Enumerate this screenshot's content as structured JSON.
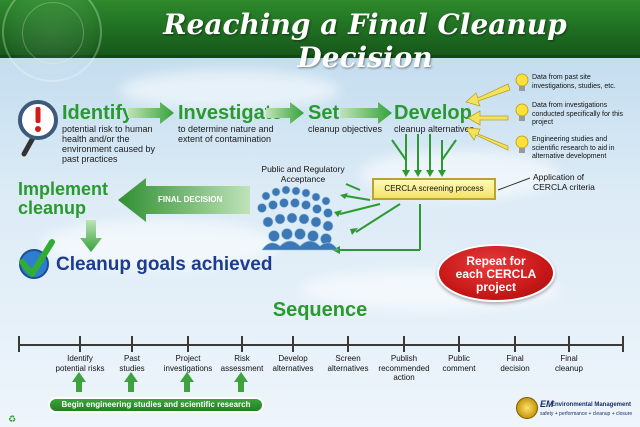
{
  "title": "Reaching a Final Cleanup Decision",
  "steps": {
    "identify": {
      "label": "Identify",
      "desc": [
        "potential risk to human",
        "health and/or the",
        "environment caused by",
        "past practices"
      ]
    },
    "investigate": {
      "label": "Investigate",
      "desc": [
        "to determine nature and",
        "extent of contamination"
      ]
    },
    "set": {
      "label": "Set",
      "desc": [
        "cleanup objectives"
      ]
    },
    "develop": {
      "label": "Develop",
      "desc": [
        "cleanup alternatives"
      ]
    }
  },
  "inputs": [
    [
      "Data from past site",
      "investigations, studies, etc."
    ],
    [
      "Data from investigations",
      "conducted specifically for this",
      "project"
    ],
    [
      "Engineering studies and",
      "scientific research to aid in",
      "alternative development"
    ]
  ],
  "cercla_box": "CERCLA screening process",
  "cercla_application": [
    "Application of",
    "CERCLA criteria"
  ],
  "public_acceptance": [
    "Public and Regulatory",
    "Acceptance"
  ],
  "final_decision": "FINAL DECISION",
  "implement": [
    "Implement",
    "cleanup"
  ],
  "goals": "Cleanup goals achieved",
  "repeat": [
    "Repeat for",
    "each CERCLA",
    "project"
  ],
  "sequence_title": "Sequence",
  "timeline": [
    [
      "Identify",
      "potential risks"
    ],
    [
      "Past",
      "studies"
    ],
    [
      "Project",
      "investigations"
    ],
    [
      "Risk",
      "assessment"
    ],
    [
      "Develop",
      "alternatives"
    ],
    [
      "Screen",
      "alternatives"
    ],
    [
      "Publish",
      "recommended",
      "action"
    ],
    [
      "Public",
      "comment"
    ],
    [
      "Final",
      "decision"
    ],
    [
      "Final",
      "cleanup"
    ]
  ],
  "begin_bar": "Begin engineering studies and scientific research",
  "footer": {
    "logo_mark": "EM",
    "org": "Environmental Management",
    "tagline": "safety + performance + cleanup + closure"
  },
  "colors": {
    "header_green": "#1f6e22",
    "step_green": "#2a9a2f",
    "goal_blue": "#1d3c8f",
    "repeat_red": "#c81818",
    "cercla_yellow": "#f3e36a"
  },
  "icons": [
    "doe-seal-icon",
    "magnifier-exclamation-icon",
    "lightbulb-icon",
    "people-crowd-icon",
    "checkmark-icon",
    "em-logo-icon",
    "recycle-icon"
  ]
}
